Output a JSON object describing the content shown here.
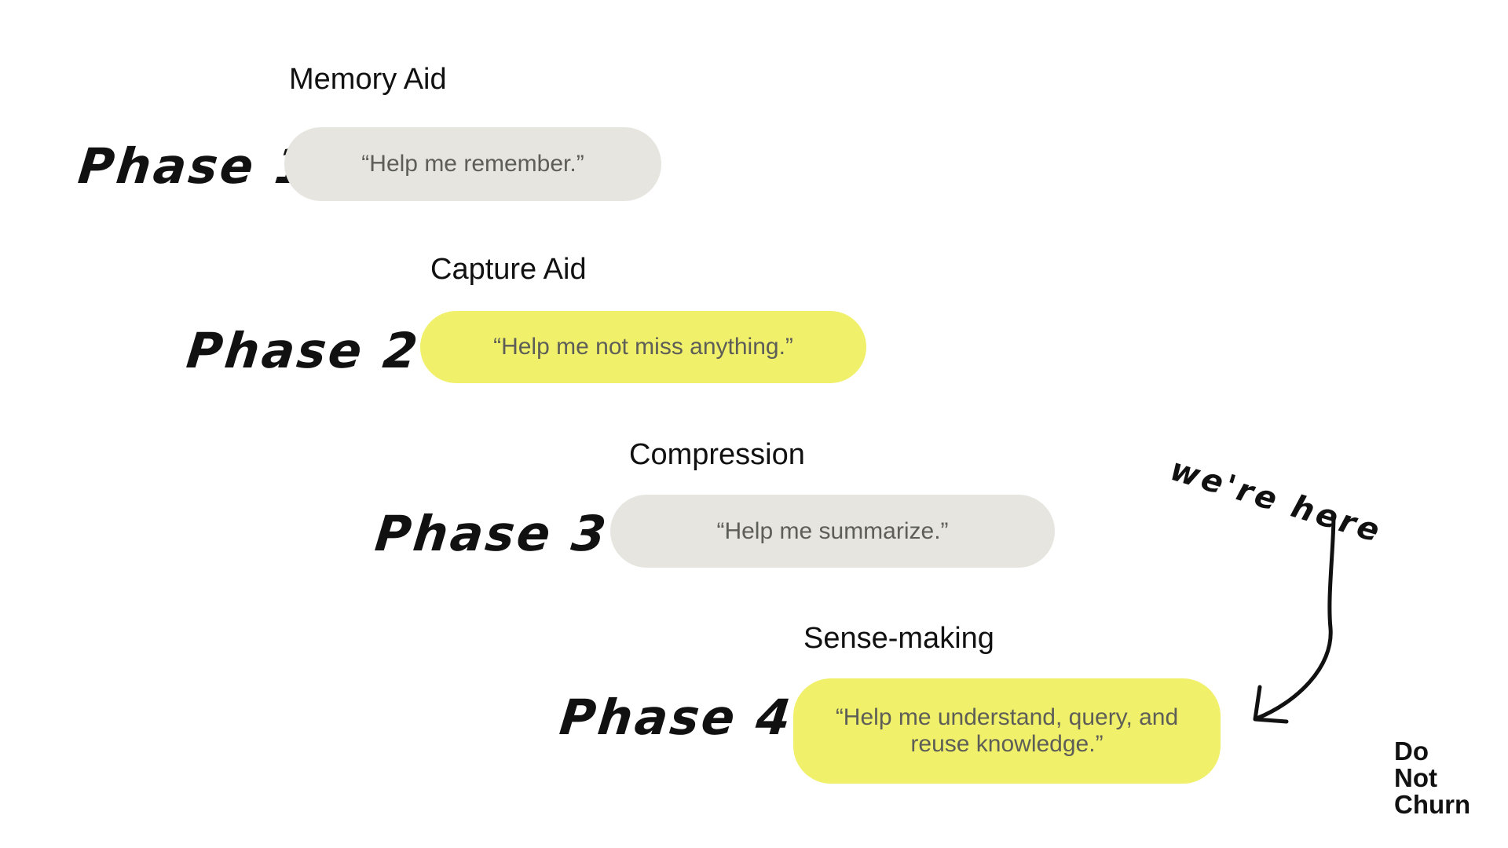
{
  "phases": [
    {
      "label": "Phase 1",
      "title": "Memory Aid",
      "quote": "“Help me remember.”",
      "color": "#e6e5e0"
    },
    {
      "label": "Phase 2",
      "title": "Capture Aid",
      "quote": "“Help me not miss anything.”",
      "color": "#f0f06a"
    },
    {
      "label": "Phase 3",
      "title": "Compression",
      "quote": "“Help me summarize.”",
      "color": "#e6e5e0"
    },
    {
      "label": "Phase 4",
      "title": "Sense-making",
      "quote": "“Help me understand, query, and reuse knowledge.”",
      "color": "#f0f06a"
    }
  ],
  "annotation": {
    "text": "we're here"
  },
  "logo": {
    "line1": "Do",
    "line2": "Not",
    "line3": "Churn"
  }
}
